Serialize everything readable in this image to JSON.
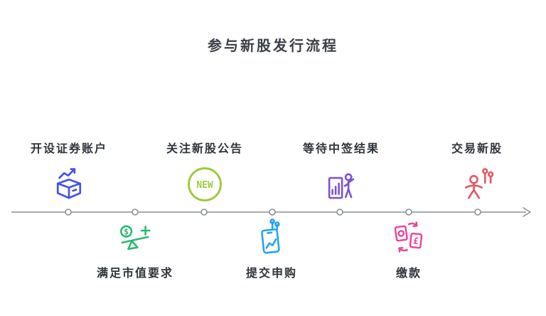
{
  "title": "参与新股发行流程",
  "steps_above": [
    {
      "label": "开设证券账户",
      "icon": "securities-account-box-icon",
      "color": "#4353e8"
    },
    {
      "label": "关注新股公告",
      "icon": "new-badge-icon",
      "color": "#9fc93c",
      "badge_text": "NEW"
    },
    {
      "label": "等待中签结果",
      "icon": "lottery-result-icon",
      "color": "#7b4fd6"
    },
    {
      "label": "交易新股",
      "icon": "trade-new-stock-icon",
      "color": "#e65560"
    }
  ],
  "steps_below": [
    {
      "label": "满足市值要求",
      "icon": "market-value-scale-icon",
      "color": "#2eb872",
      "coin_symbol": "$"
    },
    {
      "label": "提交申购",
      "icon": "submit-subscription-phone-icon",
      "color": "#25a3f0"
    },
    {
      "label": "缴款",
      "icon": "payment-currency-icon",
      "color": "#e8479b",
      "currency_symbol": "£"
    }
  ],
  "timeline": {
    "line_color": "#8a9097",
    "node_fill": "#ffffff"
  }
}
